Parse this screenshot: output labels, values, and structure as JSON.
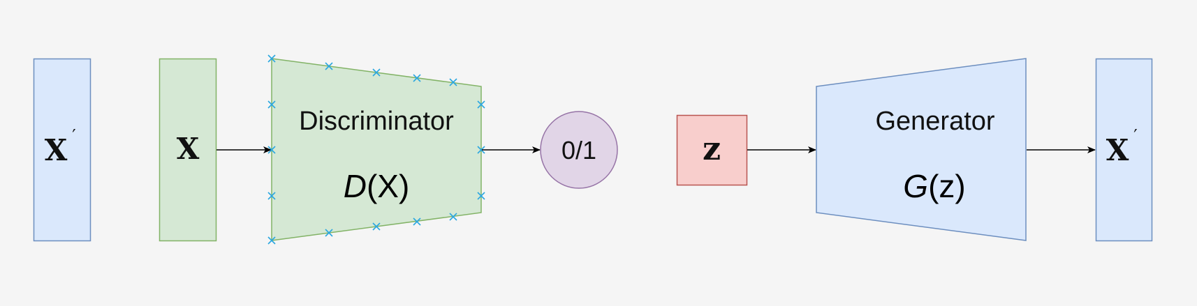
{
  "nodes": {
    "x_prime_left": {
      "symbol": "X",
      "prime": "′"
    },
    "x_input": {
      "symbol": "X"
    },
    "discriminator": {
      "title": "Discriminator",
      "formula_fn": "D",
      "formula_open": "(",
      "formula_arg": "X",
      "formula_close": ")"
    },
    "output": {
      "label": "0/1"
    },
    "z_input": {
      "symbol": "z"
    },
    "generator": {
      "title": "Generator",
      "formula_fn": "G",
      "formula_open": "(",
      "formula_arg": "z",
      "formula_close": ")"
    },
    "x_prime_right": {
      "symbol": "X",
      "prime": "′"
    }
  },
  "colors": {
    "background": "#f5f5f5",
    "blue_fill": "#dae8fc",
    "blue_stroke": "#6c8ebf",
    "green_fill": "#d5e8d4",
    "green_stroke": "#82b366",
    "purple_fill": "#e1d5e7",
    "purple_stroke": "#9673a6",
    "red_fill": "#f8cecc",
    "red_stroke": "#b85450",
    "handle_marker": "#2aa7e0"
  }
}
